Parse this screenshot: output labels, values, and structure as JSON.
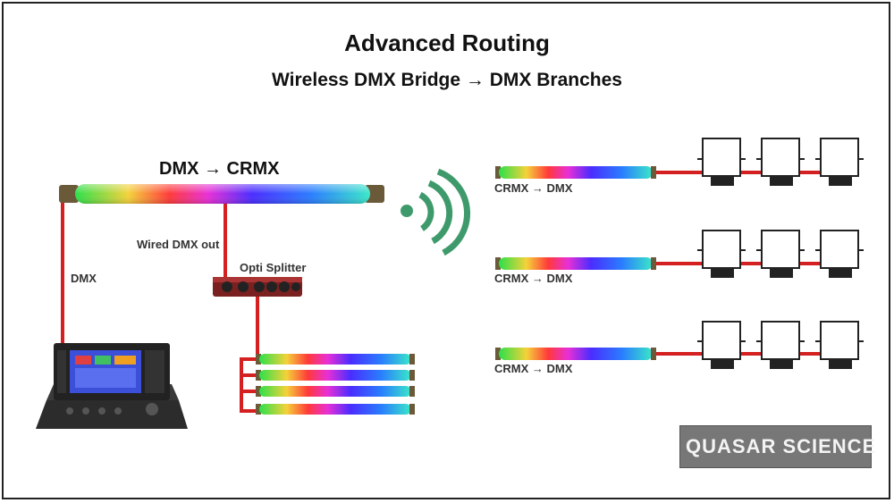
{
  "title": "Advanced Routing",
  "subtitle": "Wireless DMX Bridge → DMX Branches",
  "labels": {
    "main_tube": "DMX → CRMX",
    "dmx_cable": "DMX",
    "wired_out": "Wired DMX out",
    "splitter": "Opti Splitter",
    "branch_1": "CRMX → DMX",
    "branch_2": "CRMX → DMX",
    "branch_3": "CRMX → DMX"
  },
  "logo": {
    "text": "QUASAR SCIENCE"
  },
  "icons": [
    "wireless-signal-icon",
    "lighting-console-icon",
    "panel-light-icon"
  ],
  "colors": {
    "cable": "#d42020",
    "signal": "#3f9a6b",
    "logo_bg": "#777777"
  }
}
